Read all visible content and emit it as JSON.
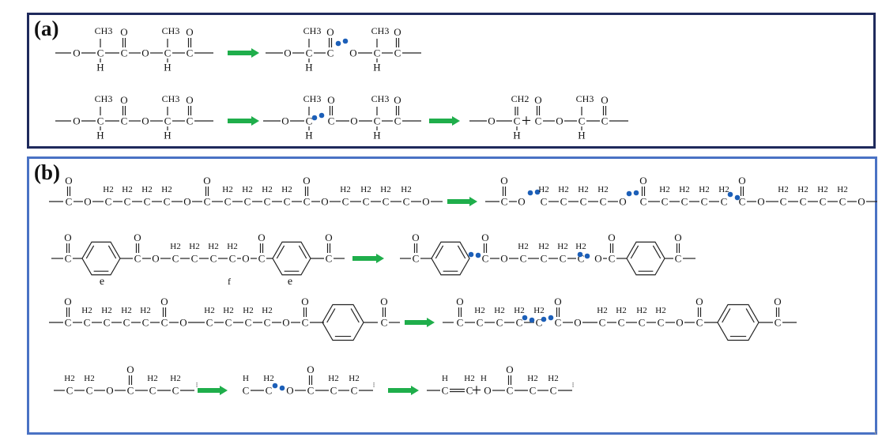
{
  "panels": [
    {
      "label": "(a)",
      "border_color": "#1f2a5c"
    },
    {
      "label": "(b)",
      "border_color": "#4a72c4"
    }
  ],
  "colors": {
    "arrow": "#1fae4b",
    "radical_dot": "#1c5fb8",
    "cation_plus": "#2b5cc9",
    "bond": "#222222"
  },
  "stray_marks": [
    "e",
    "f",
    "e"
  ],
  "atom_labels": [
    "O",
    "C",
    "H",
    "CH3",
    "H2",
    "CH2"
  ]
}
